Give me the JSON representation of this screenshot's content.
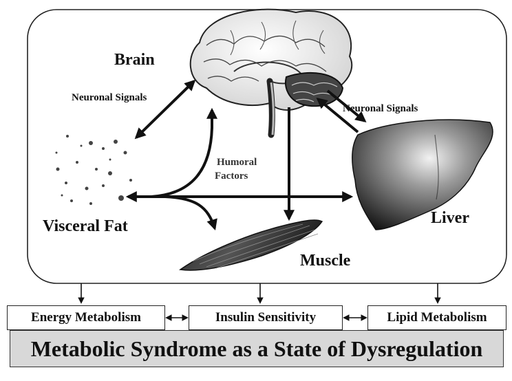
{
  "labels": {
    "brain": "Brain",
    "neuronal_signals_left": "Neuronal Signals",
    "neuronal_signals_right": "Neuronal Signals",
    "humoral_factors_1": "Humoral",
    "humoral_factors_2": "Factors",
    "visceral_fat": "Visceral Fat",
    "liver": "Liver",
    "muscle": "Muscle"
  },
  "boxes": {
    "energy_metabolism": "Energy Metabolism",
    "insulin_sensitivity": "Insulin Sensitivity",
    "lipid_metabolism": "Lipid Metabolism"
  },
  "banner": "Metabolic Syndrome as a State of Dysregulation"
}
